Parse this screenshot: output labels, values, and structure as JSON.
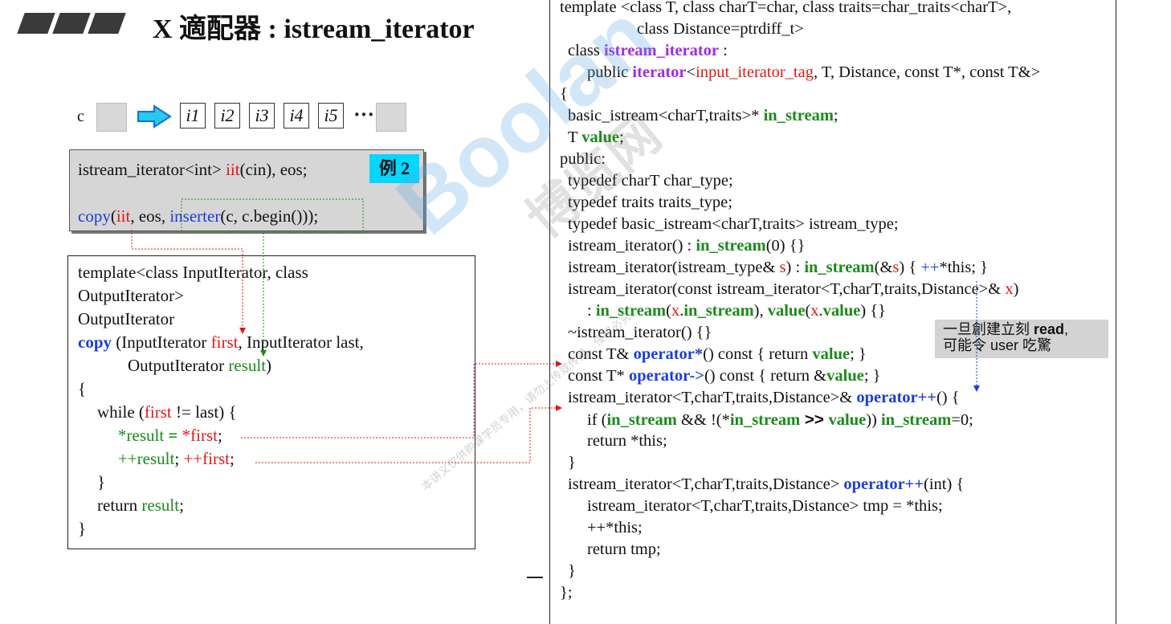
{
  "title": "X 適配器 : istream_iterator",
  "sequence": {
    "c_label": "c",
    "items": [
      "i1",
      "i2",
      "i3",
      "i4",
      "i5"
    ],
    "ellipsis": "···"
  },
  "example": {
    "tag": "例 2",
    "line1": {
      "a": "istream_iterator<int> ",
      "b": "iit",
      "c": "(cin), eos;"
    },
    "line2": {
      "a": "copy",
      "b": "(",
      "c": "iit",
      "d": ", eos, ",
      "e": "inserter",
      "f": "(c, c.begin()));"
    }
  },
  "copy_code": {
    "l1": "template<class InputIterator, class",
    "l2": "OutputIterator>",
    "l3": "OutputIterator",
    "l4": {
      "a": "copy",
      "b": " (InputIterator ",
      "c": "first",
      "d": ", InputIterator last,"
    },
    "l5": {
      "a": "OutputIterator ",
      "b": "result",
      "c": ")"
    },
    "l6": "{",
    "l7": {
      "a": "while (",
      "b": "first",
      "c": " != last) {"
    },
    "l8": {
      "a": "*result",
      "b": " = ",
      "c": "*first",
      "d": ";"
    },
    "l9": {
      "a": "++result",
      "b": "; ",
      "c": "++first",
      "d": ";"
    },
    "l10": "}",
    "l11": {
      "a": "return ",
      "b": "result",
      "c": ";"
    },
    "l12": "}"
  },
  "right_code": {
    "r1": "template <class T, class charT=char, class traits=char_traits<charT>,",
    "r2": "class Distance=ptrdiff_t>",
    "r3": {
      "a": "class ",
      "b": "istream_iterator",
      "c": " :"
    },
    "r4": {
      "a": "public ",
      "b": "iterator",
      "c": "<",
      "d": "input_iterator_tag",
      "e": ", T, Distance, const T*, const T&>"
    },
    "r5": "{",
    "r6": {
      "a": "basic_istream<charT,traits>* ",
      "b": "in_stream",
      "c": ";"
    },
    "r7": {
      "a": "T ",
      "b": "value",
      "c": ";"
    },
    "r8": "public:",
    "r9": "typedef charT char_type;",
    "r10": "typedef traits traits_type;",
    "r11": "typedef basic_istream<charT,traits> istream_type;",
    "r12": {
      "a": "istream_iterator() : ",
      "b": "in_stream",
      "c": "(0) {}"
    },
    "r13": {
      "a": "istream_iterator(istream_type& ",
      "b": "s",
      "c": ") : ",
      "d": "in_stream",
      "e": "(&",
      "f": "s",
      "g": ") { ",
      "h": "++",
      "i": "*this; }"
    },
    "r14": {
      "a": "istream_iterator(const istream_iterator<T,charT,traits,Distance>& ",
      "b": "x",
      "c": ")"
    },
    "r15": {
      "a": ": ",
      "b": "in_stream",
      "c": "(",
      "d": "x",
      "e": ".",
      "f": "in_stream",
      "g": "), ",
      "h": "value",
      "i": "(",
      "j": "x",
      "k": ".",
      "l": "value",
      "m": ") {}"
    },
    "r16": "~istream_iterator() {}",
    "r17": {
      "a": "const T& ",
      "b": "operator*",
      "c": "() const { return ",
      "d": "value",
      "e": "; }"
    },
    "r18": {
      "a": "const T* ",
      "b": "operator->",
      "c": "() const { return &",
      "d": "value",
      "e": "; }"
    },
    "r19": {
      "a": "istream_iterator<T,charT,traits,Distance>& ",
      "b": "operator++",
      "c": "() {"
    },
    "r20": {
      "a": "if (",
      "b": "in_stream",
      "c": " && !(*",
      "d": "in_stream",
      "e": " >> ",
      "f": "value",
      "g": ")) ",
      "h": "in_stream",
      "i": "=0;"
    },
    "r21": "return *this;",
    "r22": "}",
    "r23": {
      "a": "istream_iterator<T,charT,traits,Distance> ",
      "b": "operator++",
      "c": "(int) {"
    },
    "r24": "istream_iterator<T,charT,traits,Distance> tmp = *this;",
    "r25": "++*this;",
    "r26": "return tmp;",
    "r27": "}",
    "r28": "};"
  },
  "note": {
    "line1a": "一旦創建立刻 ",
    "line1b": "read",
    "line1c": ",",
    "line2": "可能令 user 吃驚"
  },
  "watermark": {
    "brand": "Boolan",
    "cn": "博览网",
    "small": "本讲义仅供购课学员专用，请勿上传或传播，侵权必究。"
  },
  "colors": {
    "highlight_tag": "#00d8ff",
    "red": "#e01818",
    "blue": "#1a3ed8",
    "green": "#1a8a1a",
    "purple": "#a02ce0"
  }
}
